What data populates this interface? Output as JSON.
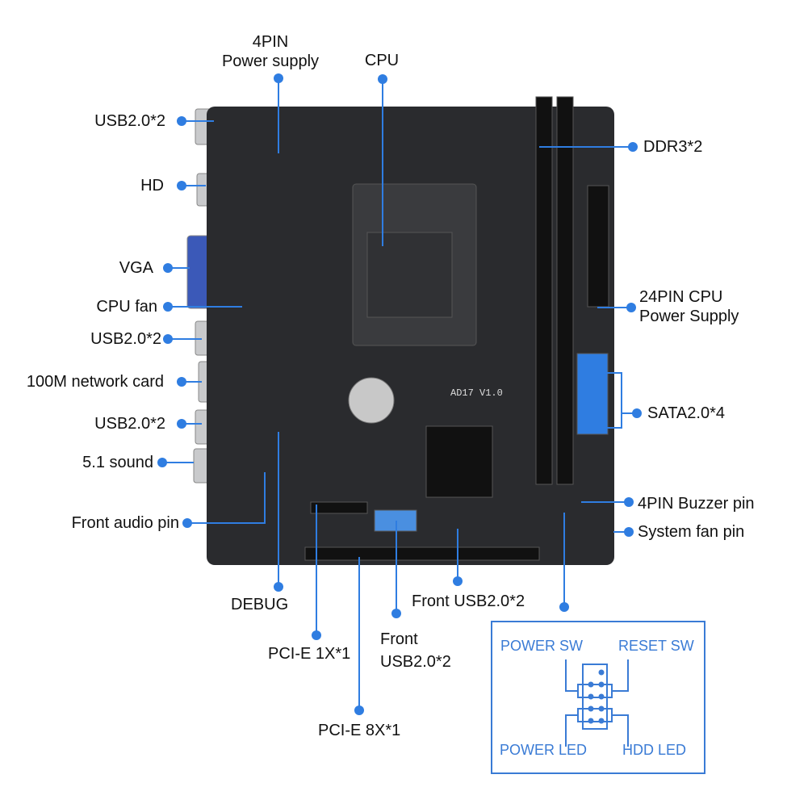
{
  "colors": {
    "accent": "#2f7de1",
    "board": "#2a2b2e",
    "panel_text": "#3a7bd5"
  },
  "board": {
    "model": "AD17",
    "version": "V1.0"
  },
  "labels": {
    "power4pin_line1": "4PIN",
    "power4pin_line2": "Power supply",
    "cpu": "CPU",
    "usb_top": "USB2.0*2",
    "hd": "HD",
    "vga": "VGA",
    "cpu_fan": "CPU fan",
    "usb_mid": "USB2.0*2",
    "network": "100M network card",
    "usb_low": "USB2.0*2",
    "sound": "5.1 sound",
    "front_audio": "Front audio pin",
    "debug": "DEBUG",
    "pcie1x": "PCI-E 1X*1",
    "pcie8x": "PCI-E 8X*1",
    "front_usb_a_line1": "Front",
    "front_usb_a_line2": "USB2.0*2",
    "front_usb_b": "Front USB2.0*2",
    "ddr3": "DDR3*2",
    "atx_line1": "24PIN CPU",
    "atx_line2": "Power Supply",
    "sata": "SATA2.0*4",
    "buzzer": "4PIN Buzzer pin",
    "sys_fan": "System fan pin"
  },
  "panel": {
    "power_sw": "POWER SW",
    "reset_sw": "RESET SW",
    "power_led": "POWER LED",
    "hdd_led": "HDD  LED"
  }
}
